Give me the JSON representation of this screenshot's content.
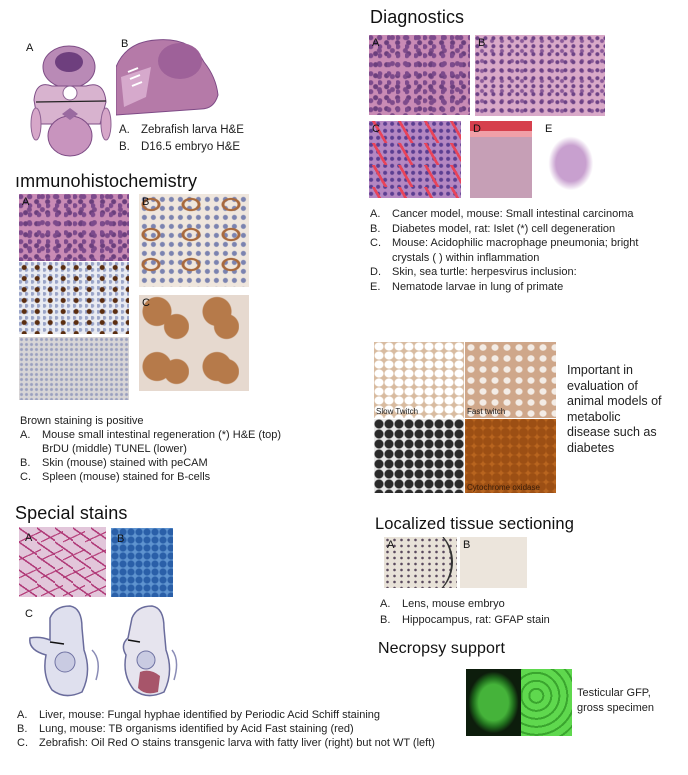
{
  "sections": {
    "histology": {
      "panels": [
        {
          "label": "A"
        },
        {
          "label": "B"
        }
      ],
      "captions": [
        {
          "letter": "A.",
          "text": "Zebrafish larva H&E"
        },
        {
          "letter": "B.",
          "text": "D16.5 embryo H&E"
        }
      ]
    },
    "diagnostics": {
      "title": "Diagnostics",
      "panels": [
        {
          "label": "A"
        },
        {
          "label": "B"
        },
        {
          "label": "C"
        },
        {
          "label": "D"
        },
        {
          "label": "E"
        }
      ],
      "captions": [
        {
          "letter": "A.",
          "text": "Cancer model, mouse: Small intestinal carcinoma"
        },
        {
          "letter": "B.",
          "text": "Diabetes model, rat: Islet (*) cell degeneration"
        },
        {
          "letter": "C.",
          "text": "Mouse: Acidophilic macrophage pneumonia; bright",
          "text2": "crystals (    ) within inflammation"
        },
        {
          "letter": "D.",
          "text": "Skin, sea turtle: herpesvirus inclusion:"
        },
        {
          "letter": "E.",
          "text": "Nematode larvae in lung of primate"
        }
      ]
    },
    "ihc": {
      "title": "ımmunohistochemistry",
      "panels": [
        {
          "label": "A"
        },
        {
          "label": "B"
        },
        {
          "label": "C"
        }
      ],
      "intro": "Brown staining is positive",
      "captions": [
        {
          "letter": "A.",
          "text": "Mouse small intestinal regeneration  (*) H&E (top)",
          "text2": "BrDU (middle) TUNEL (lower)"
        },
        {
          "letter": "B.",
          "text": "Skin (mouse) stained with peCAM"
        },
        {
          "letter": "C.",
          "text": "Spleen (mouse) stained for B-cells"
        }
      ]
    },
    "muscle": {
      "labels": {
        "slow": "Slow Twitch",
        "fast": "Fast twitch",
        "cyto": "Cytochrome oxidase"
      },
      "note": [
        "Important in",
        "evaluation of",
        "animal models of",
        "metabolic",
        "disease such as",
        "diabetes"
      ]
    },
    "special_stains": {
      "title": "Special stains",
      "panels": [
        {
          "label": "A"
        },
        {
          "label": "B"
        },
        {
          "label": "C"
        }
      ],
      "captions": [
        {
          "letter": "A.",
          "text": "Liver, mouse: Fungal hyphae identified by Periodic Acid Schiff staining"
        },
        {
          "letter": "B.",
          "text": "Lung, mouse: TB organisms identified by Acid Fast staining (red)"
        },
        {
          "letter": "C.",
          "text": "Zebrafish: Oil Red O stains transgenic larva with fatty liver (right) but not WT (left)"
        }
      ]
    },
    "localized": {
      "title": "Localized tissue sectioning",
      "panels": [
        {
          "label": "A"
        },
        {
          "label": "B"
        }
      ],
      "captions": [
        {
          "letter": "A.",
          "text": "Lens, mouse embryo"
        },
        {
          "letter": "B.",
          "text": "Hippocampus, rat: GFAP stain"
        }
      ]
    },
    "necropsy": {
      "title": "Necropsy support",
      "note": [
        "Testicular GFP,",
        "gross specimen"
      ]
    }
  }
}
